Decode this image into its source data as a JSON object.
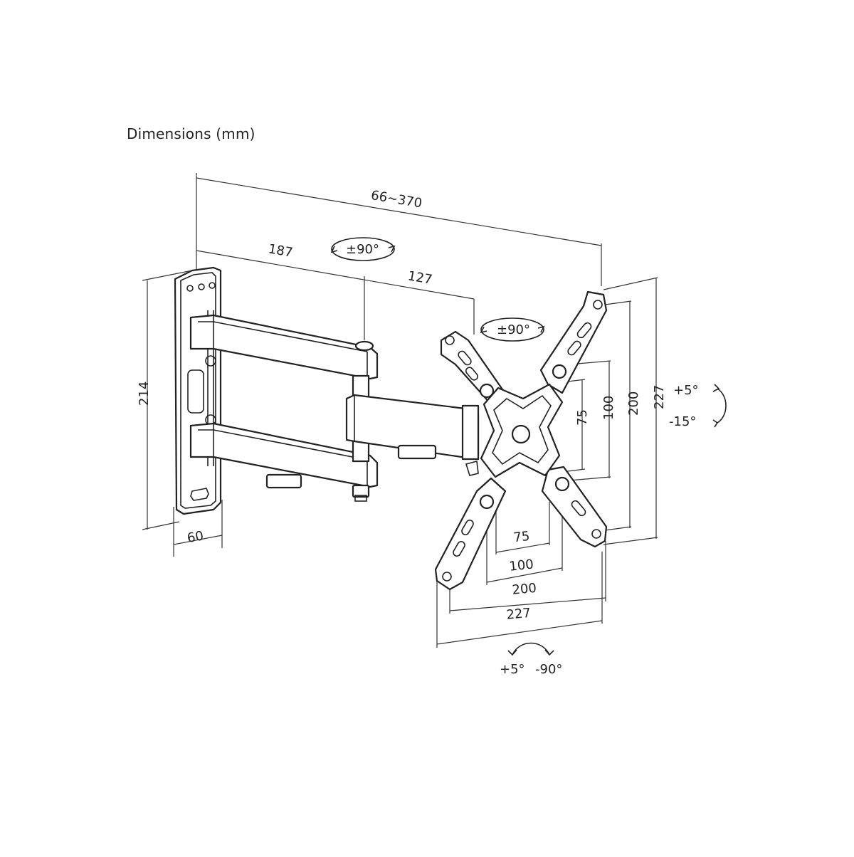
{
  "title": "Dimensions (mm)",
  "dimensions": {
    "overall_reach": "66~370",
    "arm_1": "187",
    "arm_2": "127",
    "wall_plate_height": "214",
    "wall_plate_width": "60",
    "vesa_h_75": "75",
    "vesa_h_100": "100",
    "vesa_h_200": "200",
    "vesa_h_227": "227",
    "vesa_v_75": "75",
    "vesa_v_100": "100",
    "vesa_v_200": "200",
    "vesa_v_227": "227"
  },
  "rotations": {
    "swivel_arm": "±90°",
    "swivel_head": "±90°",
    "tilt_up": "+5°",
    "tilt_down": "-15°",
    "rotate_left": "+5°",
    "rotate_right": "-90°"
  }
}
